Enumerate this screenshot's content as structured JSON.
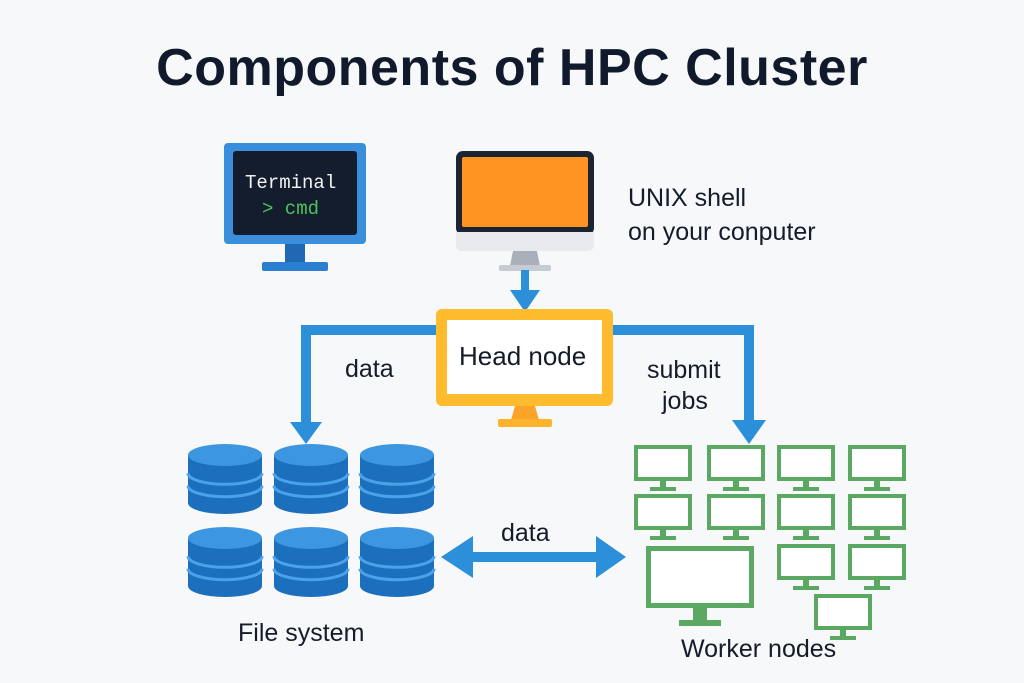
{
  "title": "Components of HPC Cluster",
  "terminal": {
    "title": "Terminal",
    "prompt": "> cmd"
  },
  "user_computer": {
    "label_line1": "UNIX shell",
    "label_line2": "on your conputer"
  },
  "head_node": {
    "label": "Head node"
  },
  "arrows": {
    "left_label": "data",
    "right_label_line1": "submit",
    "right_label_line2": "jobs",
    "bidirectional_label": "data"
  },
  "file_system": {
    "label": "File system",
    "disk_count": 6
  },
  "worker_nodes": {
    "label": "Worker nodes",
    "node_count": 12
  },
  "colors": {
    "title": "#111a2c",
    "arrow_blue": "#2b8fd9",
    "terminal_frame": "#3a8fdd",
    "terminal_screen": "#141d2e",
    "terminal_prompt": "#4cc35a",
    "computer_screen": "#ff9422",
    "head_node_frame": "#fdbb2d",
    "disk_blue": "#1c6fbd",
    "worker_green": "#5aa862"
  }
}
